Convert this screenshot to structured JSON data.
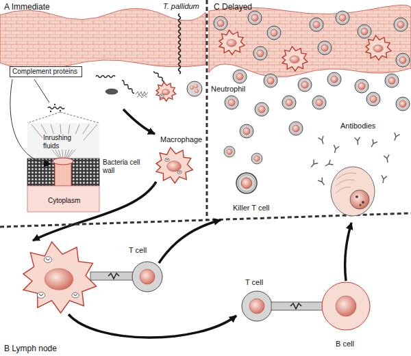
{
  "diagram": {
    "nodes": [
      {
        "text": [
          "Complement proteins"
        ]
      }
    ],
    "labels": [
      "A Immediate",
      "T. pallidum",
      "C Delayed",
      "Neutrophil",
      "Inrushing fluids",
      "Macrophage",
      "Antibodies",
      "Bacteria cell wall",
      "Cytoplasm",
      "Killer T cell",
      "T cell",
      "T cell",
      "B cell",
      "B Lymph node"
    ]
  }
}
